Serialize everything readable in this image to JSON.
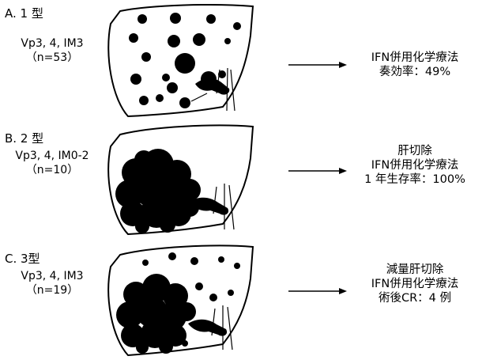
{
  "panels": [
    {
      "title": "A. 1 型",
      "label": [
        "Vp3, 4, IM3",
        "（n=53）"
      ],
      "therapy": [
        "IFN併用化学療法",
        "奏効率：49%"
      ]
    },
    {
      "title": "B. 2 型",
      "label": [
        "Vp3, 4, IM0-2",
        "（n=10）"
      ],
      "therapy": [
        "肝切除",
        "IFN併用化学療法",
        "1 年生存率：100%"
      ]
    },
    {
      "title": "C. 3型",
      "label": [
        "Vp3, 4, IM3",
        "（n=19）"
      ],
      "therapy": [
        "減量肝切除",
        "IFN併用化学療法",
        "術後CR：4 例"
      ]
    }
  ]
}
